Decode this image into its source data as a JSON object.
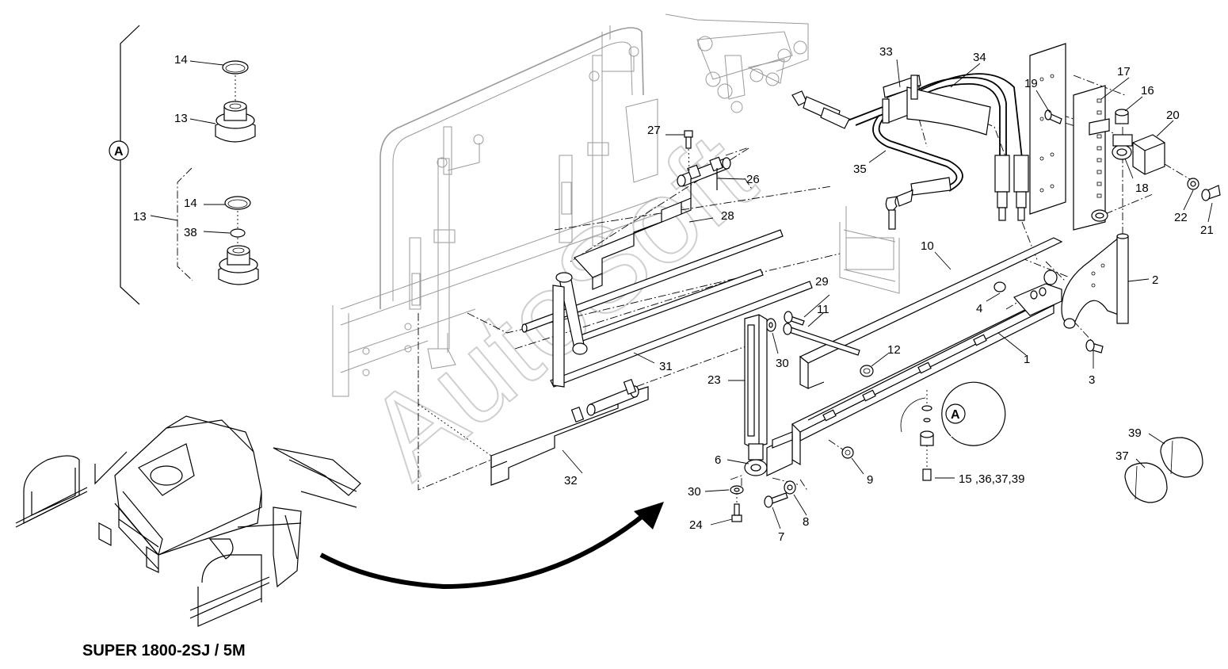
{
  "watermark": "AutoSoft",
  "caption": "SUPER 1800-2SJ / 5M",
  "detail_marker": "A",
  "part_numbers": {
    "p1": "1",
    "p2": "2",
    "p3": "3",
    "p4": "4",
    "p6": "6",
    "p7": "7",
    "p8": "8",
    "p9": "9",
    "p10": "10",
    "p11": "11",
    "p12": "12",
    "p13a": "13",
    "p13b": "13",
    "p14a": "14",
    "p14b": "14",
    "p15": "15 ,36,37,39",
    "p16": "16",
    "p17": "17",
    "p18": "18",
    "p19": "19",
    "p20": "20",
    "p21": "21",
    "p22": "22",
    "p23": "23",
    "p24": "24",
    "p26": "26",
    "p27": "27",
    "p28": "28",
    "p29": "29",
    "p30a": "30",
    "p30b": "30",
    "p31": "31",
    "p32": "32",
    "p33": "33",
    "p34": "34",
    "p35": "35",
    "p37": "37",
    "p38": "38",
    "p39": "39"
  }
}
